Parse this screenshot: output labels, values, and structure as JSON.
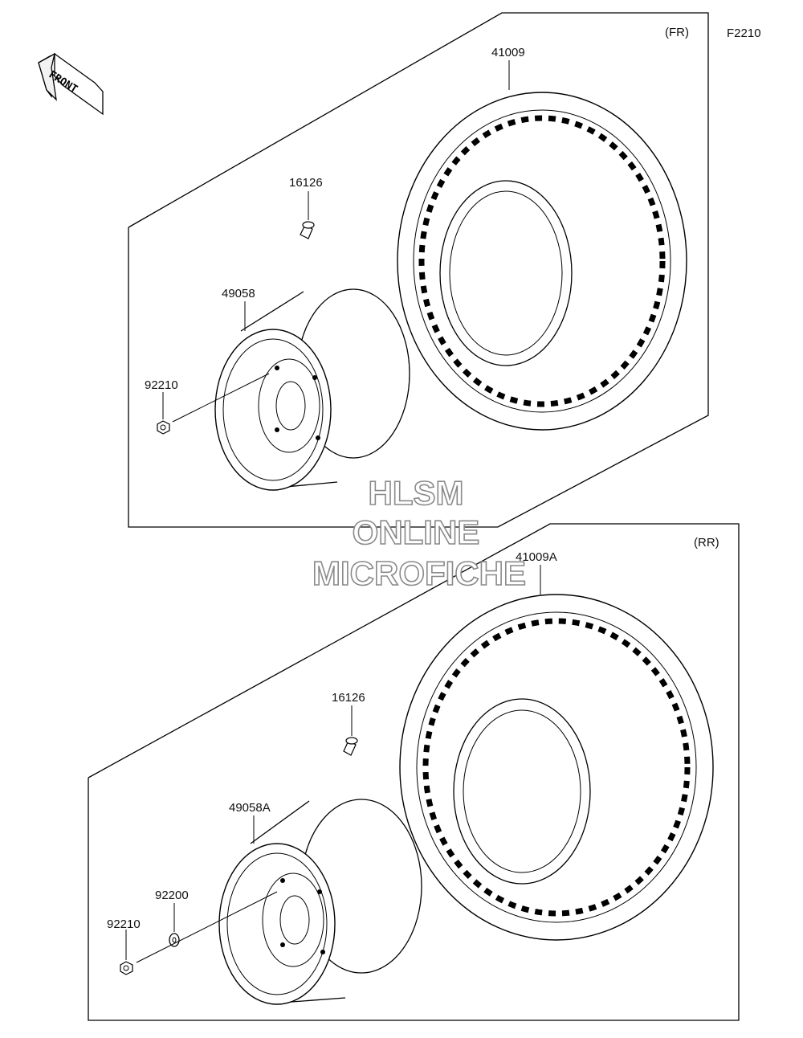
{
  "figure_code": "F2210",
  "front_arrow_label": "FRONT",
  "watermark": [
    "HLSM",
    "ONLINE",
    "MICROFICHE"
  ],
  "front_group": {
    "section_label": "(FR)",
    "parts": {
      "tire": "41009",
      "valve": "16126",
      "wheel": "49058",
      "nut": "92210"
    }
  },
  "rear_group": {
    "section_label": "(RR)",
    "parts": {
      "tire": "41009A",
      "valve": "16126",
      "wheel": "49058A",
      "washer": "92200",
      "nut": "92210"
    }
  }
}
